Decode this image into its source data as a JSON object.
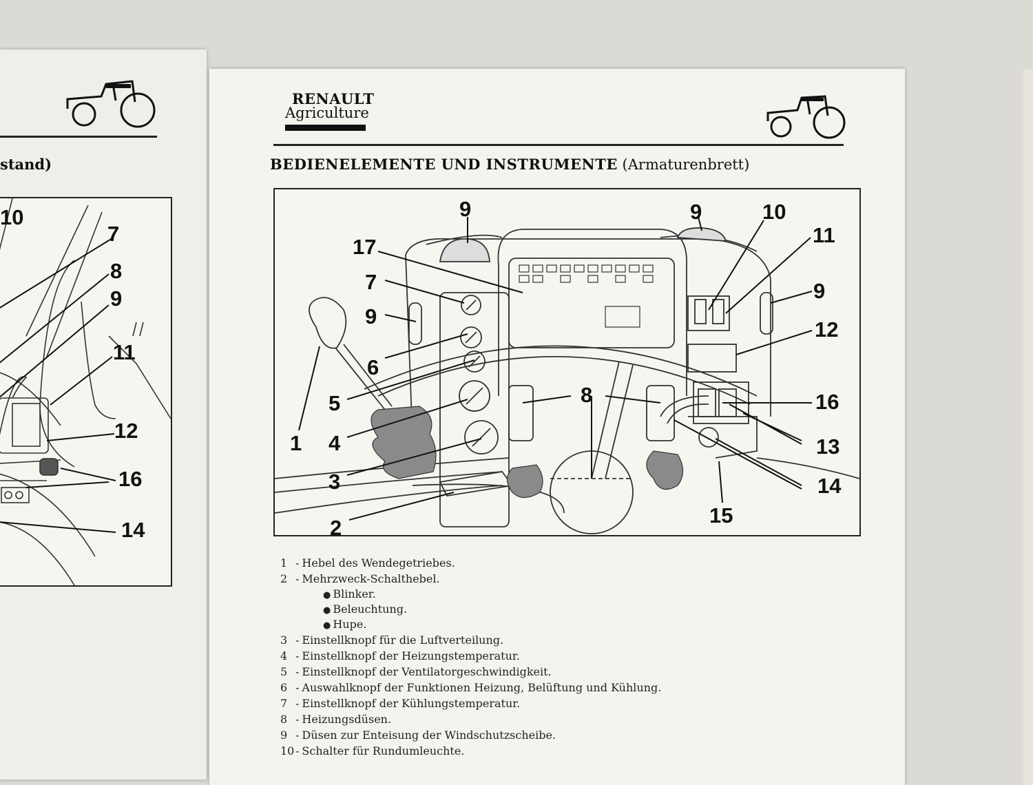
{
  "brand": {
    "name": "RENAULT",
    "subtitle": "Agriculture"
  },
  "left_page": {
    "heading_fragment": "stand)",
    "callouts": [
      "10",
      "7",
      "8",
      "9",
      "11",
      "12",
      "16",
      "14"
    ]
  },
  "section_title": {
    "main": "BEDIENELEMENTE UND INSTRUMENTE",
    "paren": "(Armaturenbrett)"
  },
  "figure_callouts": [
    "9",
    "9",
    "10",
    "11",
    "17",
    "7",
    "9",
    "9",
    "12",
    "6",
    "5",
    "16",
    "8",
    "1",
    "4",
    "13",
    "3",
    "14",
    "15",
    "2"
  ],
  "legend": [
    {
      "num": "1",
      "text": "Hebel des Wendegetriebes."
    },
    {
      "num": "2",
      "text": "Mehrzweck-Schalthebel."
    },
    {
      "num": "3",
      "text": "Einstellknopf für die Luftverteilung."
    },
    {
      "num": "4",
      "text": "Einstellknopf der Heizungstemperatur."
    },
    {
      "num": "5",
      "text": "Einstellknopf der Ventilatorgeschwindigkeit."
    },
    {
      "num": "6",
      "text": "Auswahlknopf der Funktionen Heizung, Belüftung und Kühlung."
    },
    {
      "num": "7",
      "text": "Einstellknopf der Kühlungstemperatur."
    },
    {
      "num": "8",
      "text": "Heizungsdüsen."
    },
    {
      "num": "9",
      "text": "Düsen zur Enteisung der Windschutzscheibe."
    },
    {
      "num": "10",
      "text": "Schalter für Rundumleuchte."
    }
  ],
  "legend_sub_items": [
    "Blinker.",
    "Beleuchtung.",
    "Hupe."
  ],
  "separator": "-",
  "bullet": "●"
}
